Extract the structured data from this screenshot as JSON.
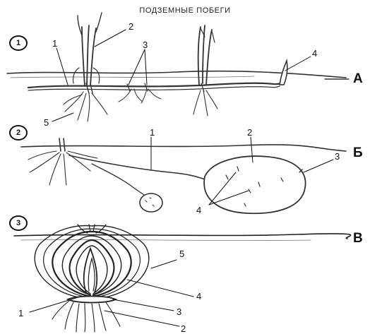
{
  "title": "ПОДЗЕМНЫЕ ПОБЕГИ",
  "panels": [
    {
      "number": "1",
      "letter": "А",
      "labels": [
        "1",
        "2",
        "3",
        "4",
        "5"
      ]
    },
    {
      "number": "2",
      "letter": "Б",
      "labels": [
        "1",
        "2",
        "3",
        "4"
      ]
    },
    {
      "number": "3",
      "letter": "В",
      "labels": [
        "1",
        "2",
        "3",
        "4",
        "5"
      ]
    }
  ]
}
